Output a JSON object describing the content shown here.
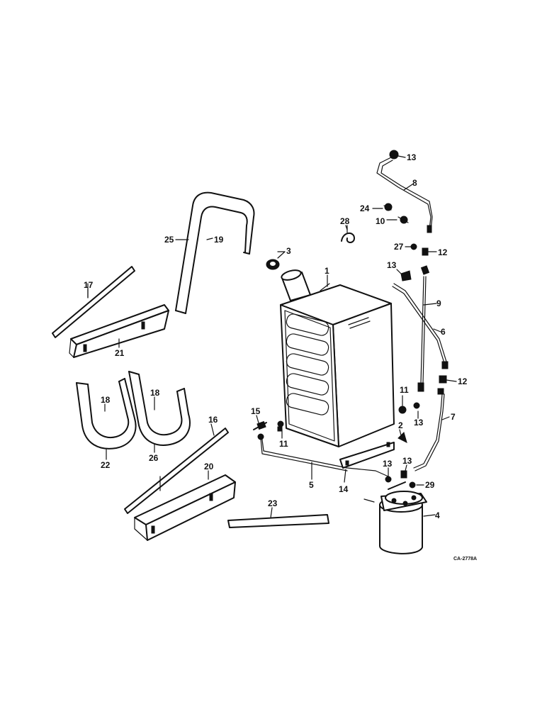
{
  "figure_code": "CA-2778A",
  "callouts": {
    "c1": "1",
    "c2": "2",
    "c3": "3",
    "c4": "4",
    "c5": "5",
    "c6": "6",
    "c7": "7",
    "c8": "8",
    "c9": "9",
    "c10": "10",
    "c11a": "11",
    "c11b": "11",
    "c12a": "12",
    "c12b": "12",
    "c13a": "13",
    "c13b": "13",
    "c13c": "13",
    "c13d": "13",
    "c14": "14",
    "c15": "15",
    "c16": "16",
    "c17": "17",
    "c18a": "18",
    "c18b": "18",
    "c19": "19",
    "c20": "20",
    "c21": "21",
    "c22": "22",
    "c23": "23",
    "c24": "24",
    "c25": "25",
    "c26": "26",
    "c27": "27",
    "c28": "28",
    "c29": "29"
  }
}
